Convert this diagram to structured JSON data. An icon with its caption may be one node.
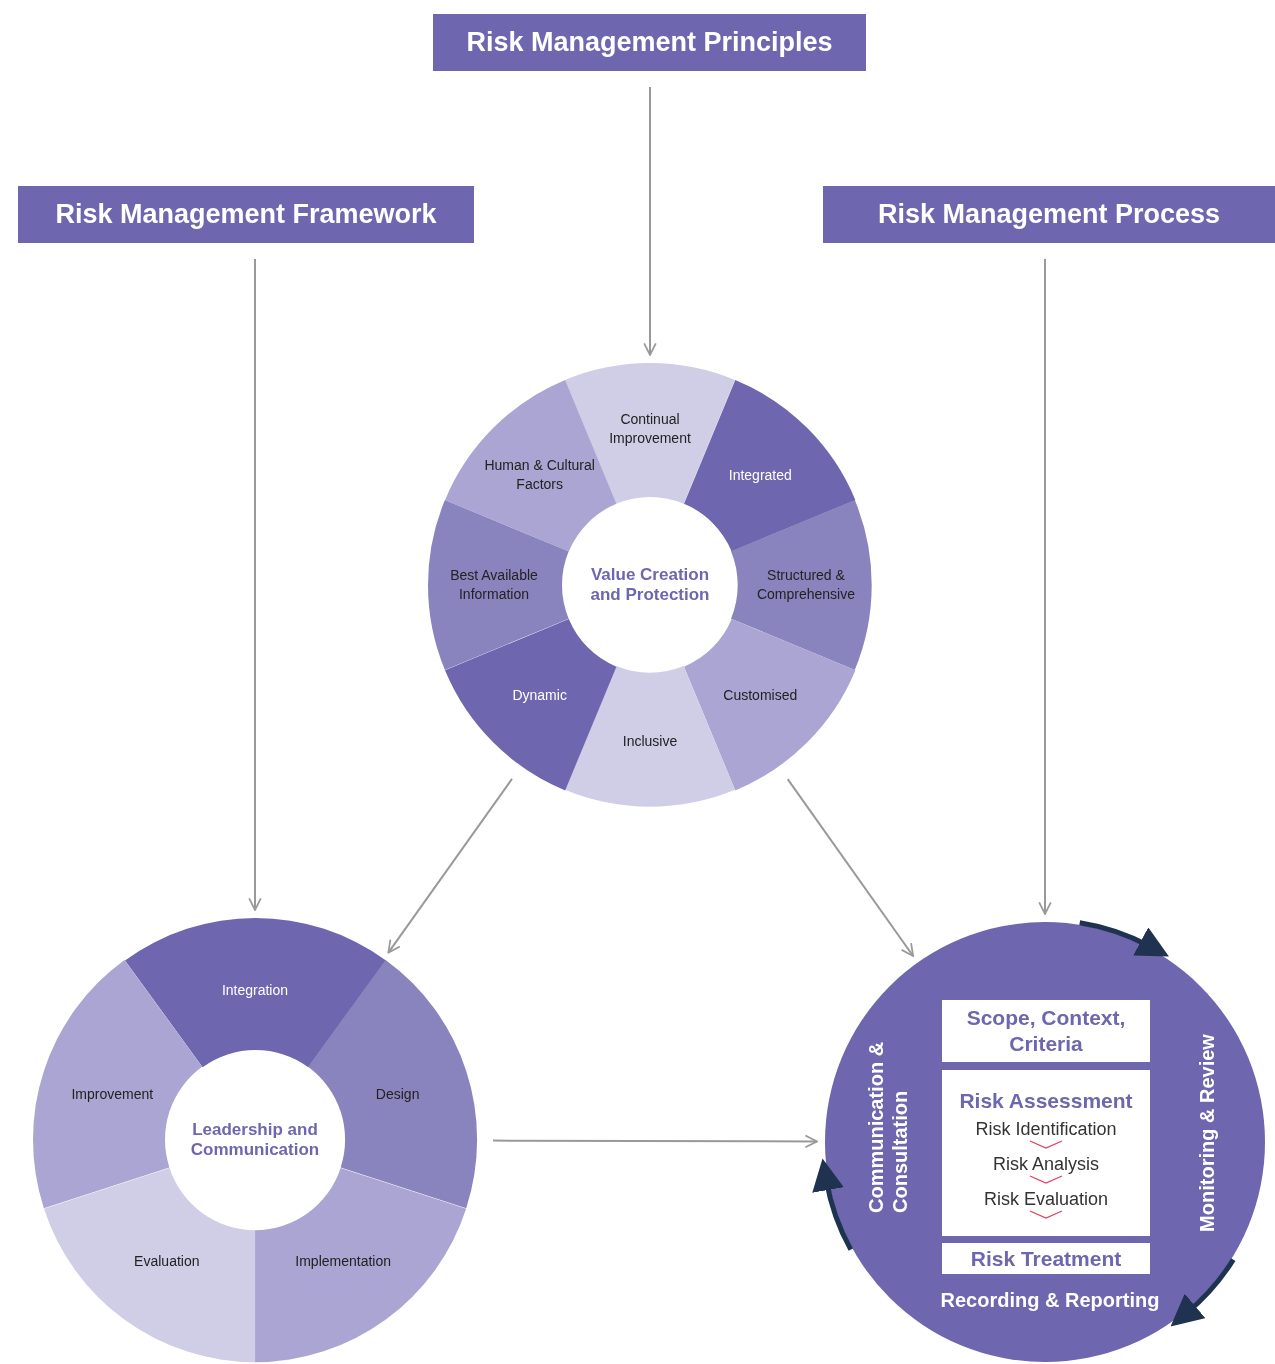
{
  "diagram": {
    "nodes": [
      {
        "text": [
          "Risk Management Principles"
        ]
      },
      {
        "text": [
          "Risk Management Framework"
        ]
      },
      {
        "text": [
          "Risk Management Process"
        ]
      },
      {
        "text": [
          "Value Creation and Protection"
        ]
      },
      {
        "text": [
          "Continual Improvement"
        ],
        "in": 3
      },
      {
        "text": [
          "Integrated"
        ],
        "in": 3
      },
      {
        "text": [
          "Structured & Comprehensive"
        ],
        "in": 3
      },
      {
        "text": [
          "Customised"
        ],
        "in": 3
      },
      {
        "text": [
          "Inclusive"
        ],
        "in": 3
      },
      {
        "text": [
          "Dynamic"
        ],
        "in": 3
      },
      {
        "text": [
          "Best Available Information"
        ],
        "in": 3
      },
      {
        "text": [
          "Human & Cultural Factors"
        ],
        "in": 3
      },
      {
        "text": [
          "Leadership and Communication"
        ]
      },
      {
        "text": [
          "Integration"
        ],
        "in": 12
      },
      {
        "text": [
          "Design"
        ],
        "in": 12
      },
      {
        "text": [
          "Implementation"
        ],
        "in": 12
      },
      {
        "text": [
          "Evaluation"
        ],
        "in": 12
      },
      {
        "text": [
          "Improvement"
        ],
        "in": 12
      },
      {
        "text": [
          "Communication & Consultation",
          "Monitoring & Review",
          "Recording & Reporting"
        ]
      },
      {
        "text": [
          "Scope, Context, Criteria"
        ],
        "in": 18
      },
      {
        "text": [
          "Risk Assessment",
          "Risk Identification",
          "Risk Analysis",
          "Risk Evaluation"
        ],
        "in": 18
      },
      {
        "text": [
          "Risk Treatment"
        ],
        "in": 18
      }
    ],
    "edges": [
      {
        "from": 0,
        "to": 3,
        "arrow": "to"
      },
      {
        "from": 1,
        "to": 12,
        "arrow": "to"
      },
      {
        "from": 2,
        "to": 18,
        "arrow": "to"
      },
      {
        "from": 3,
        "to": 12,
        "arrow": "to"
      },
      {
        "from": 3,
        "to": 18,
        "arrow": "to"
      },
      {
        "from": 12,
        "to": 18,
        "arrow": "to"
      }
    ]
  }
}
